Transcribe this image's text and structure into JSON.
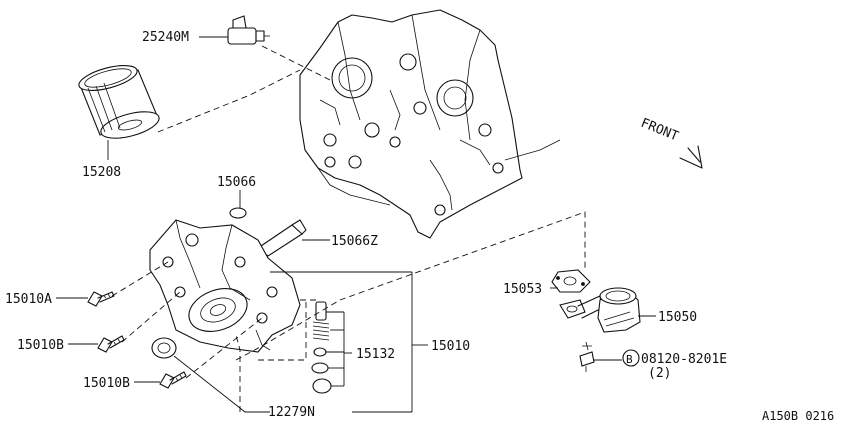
{
  "diagram": {
    "labels": {
      "sensor": "25240M",
      "oil_filter": "15208",
      "o_ring": "15066",
      "dipstick_tube": "15066Z",
      "bolt_a": "15010A",
      "bolt_b1": "15010B",
      "bolt_b2": "15010B",
      "pump_assembly": "15010",
      "relief_valve_kit": "15132",
      "pump_seal": "12279N",
      "strainer_gasket": "15053",
      "strainer": "15050",
      "bolt_code": "08120-8201E",
      "bolt_qty": "(2)",
      "bolt_marker": "B",
      "front": "FRONT",
      "ref_code": "A150B 0216"
    }
  }
}
